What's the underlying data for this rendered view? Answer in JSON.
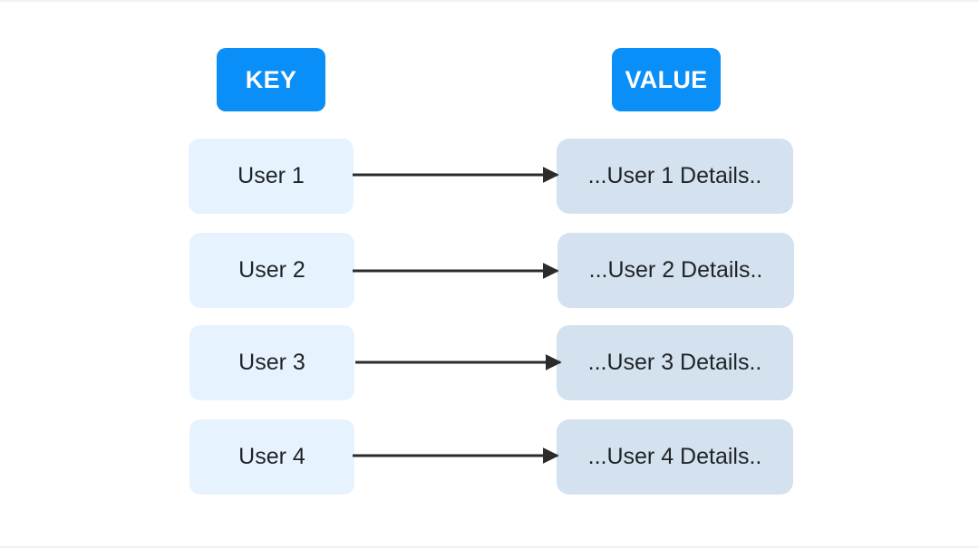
{
  "colors": {
    "header_bg": "#0a8ef7",
    "header_text": "#ffffff",
    "key_bg": "#e6f3fe",
    "value_bg": "#d3e2ee",
    "text": "#1f2328",
    "arrow": "#2b2b2b"
  },
  "headers": {
    "key": "KEY",
    "value": "VALUE"
  },
  "rows": [
    {
      "key": "User 1",
      "value": "...User 1 Details.."
    },
    {
      "key": "User 2",
      "value": "...User 2 Details.."
    },
    {
      "key": "User 3",
      "value": "...User 3 Details.."
    },
    {
      "key": "User 4",
      "value": "...User 4 Details.."
    }
  ]
}
